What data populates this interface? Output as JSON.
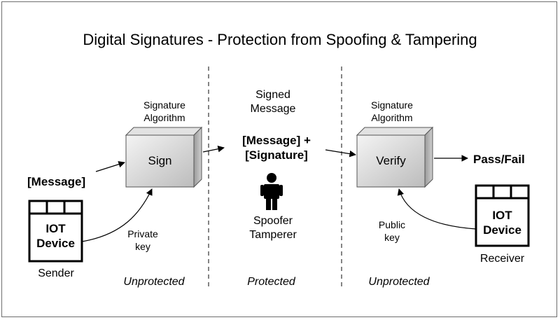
{
  "title": "Digital Signatures - Protection from Spoofing & Tampering",
  "left": {
    "sig_algo": [
      "Signature",
      "Algorithm"
    ],
    "box_label": "Sign",
    "message": "[Message]",
    "private_key": [
      "Private",
      "key"
    ],
    "device": [
      "IOT",
      "Device"
    ],
    "role": "Sender",
    "zone": "Unprotected"
  },
  "center": {
    "signed_message": [
      "Signed",
      "Message"
    ],
    "payload": [
      "[Message] +",
      "[Signature]"
    ],
    "attacker": [
      "Spoofer",
      "Tamperer"
    ],
    "zone": "Protected"
  },
  "right": {
    "sig_algo": [
      "Signature",
      "Algorithm"
    ],
    "box_label": "Verify",
    "result": "Pass/Fail",
    "public_key": [
      "Public",
      "key"
    ],
    "device": [
      "IOT",
      "Device"
    ],
    "role": "Receiver",
    "zone": "Unprotected"
  },
  "icons": [
    "person-icon",
    "iot-device-icon",
    "cube-icon"
  ]
}
